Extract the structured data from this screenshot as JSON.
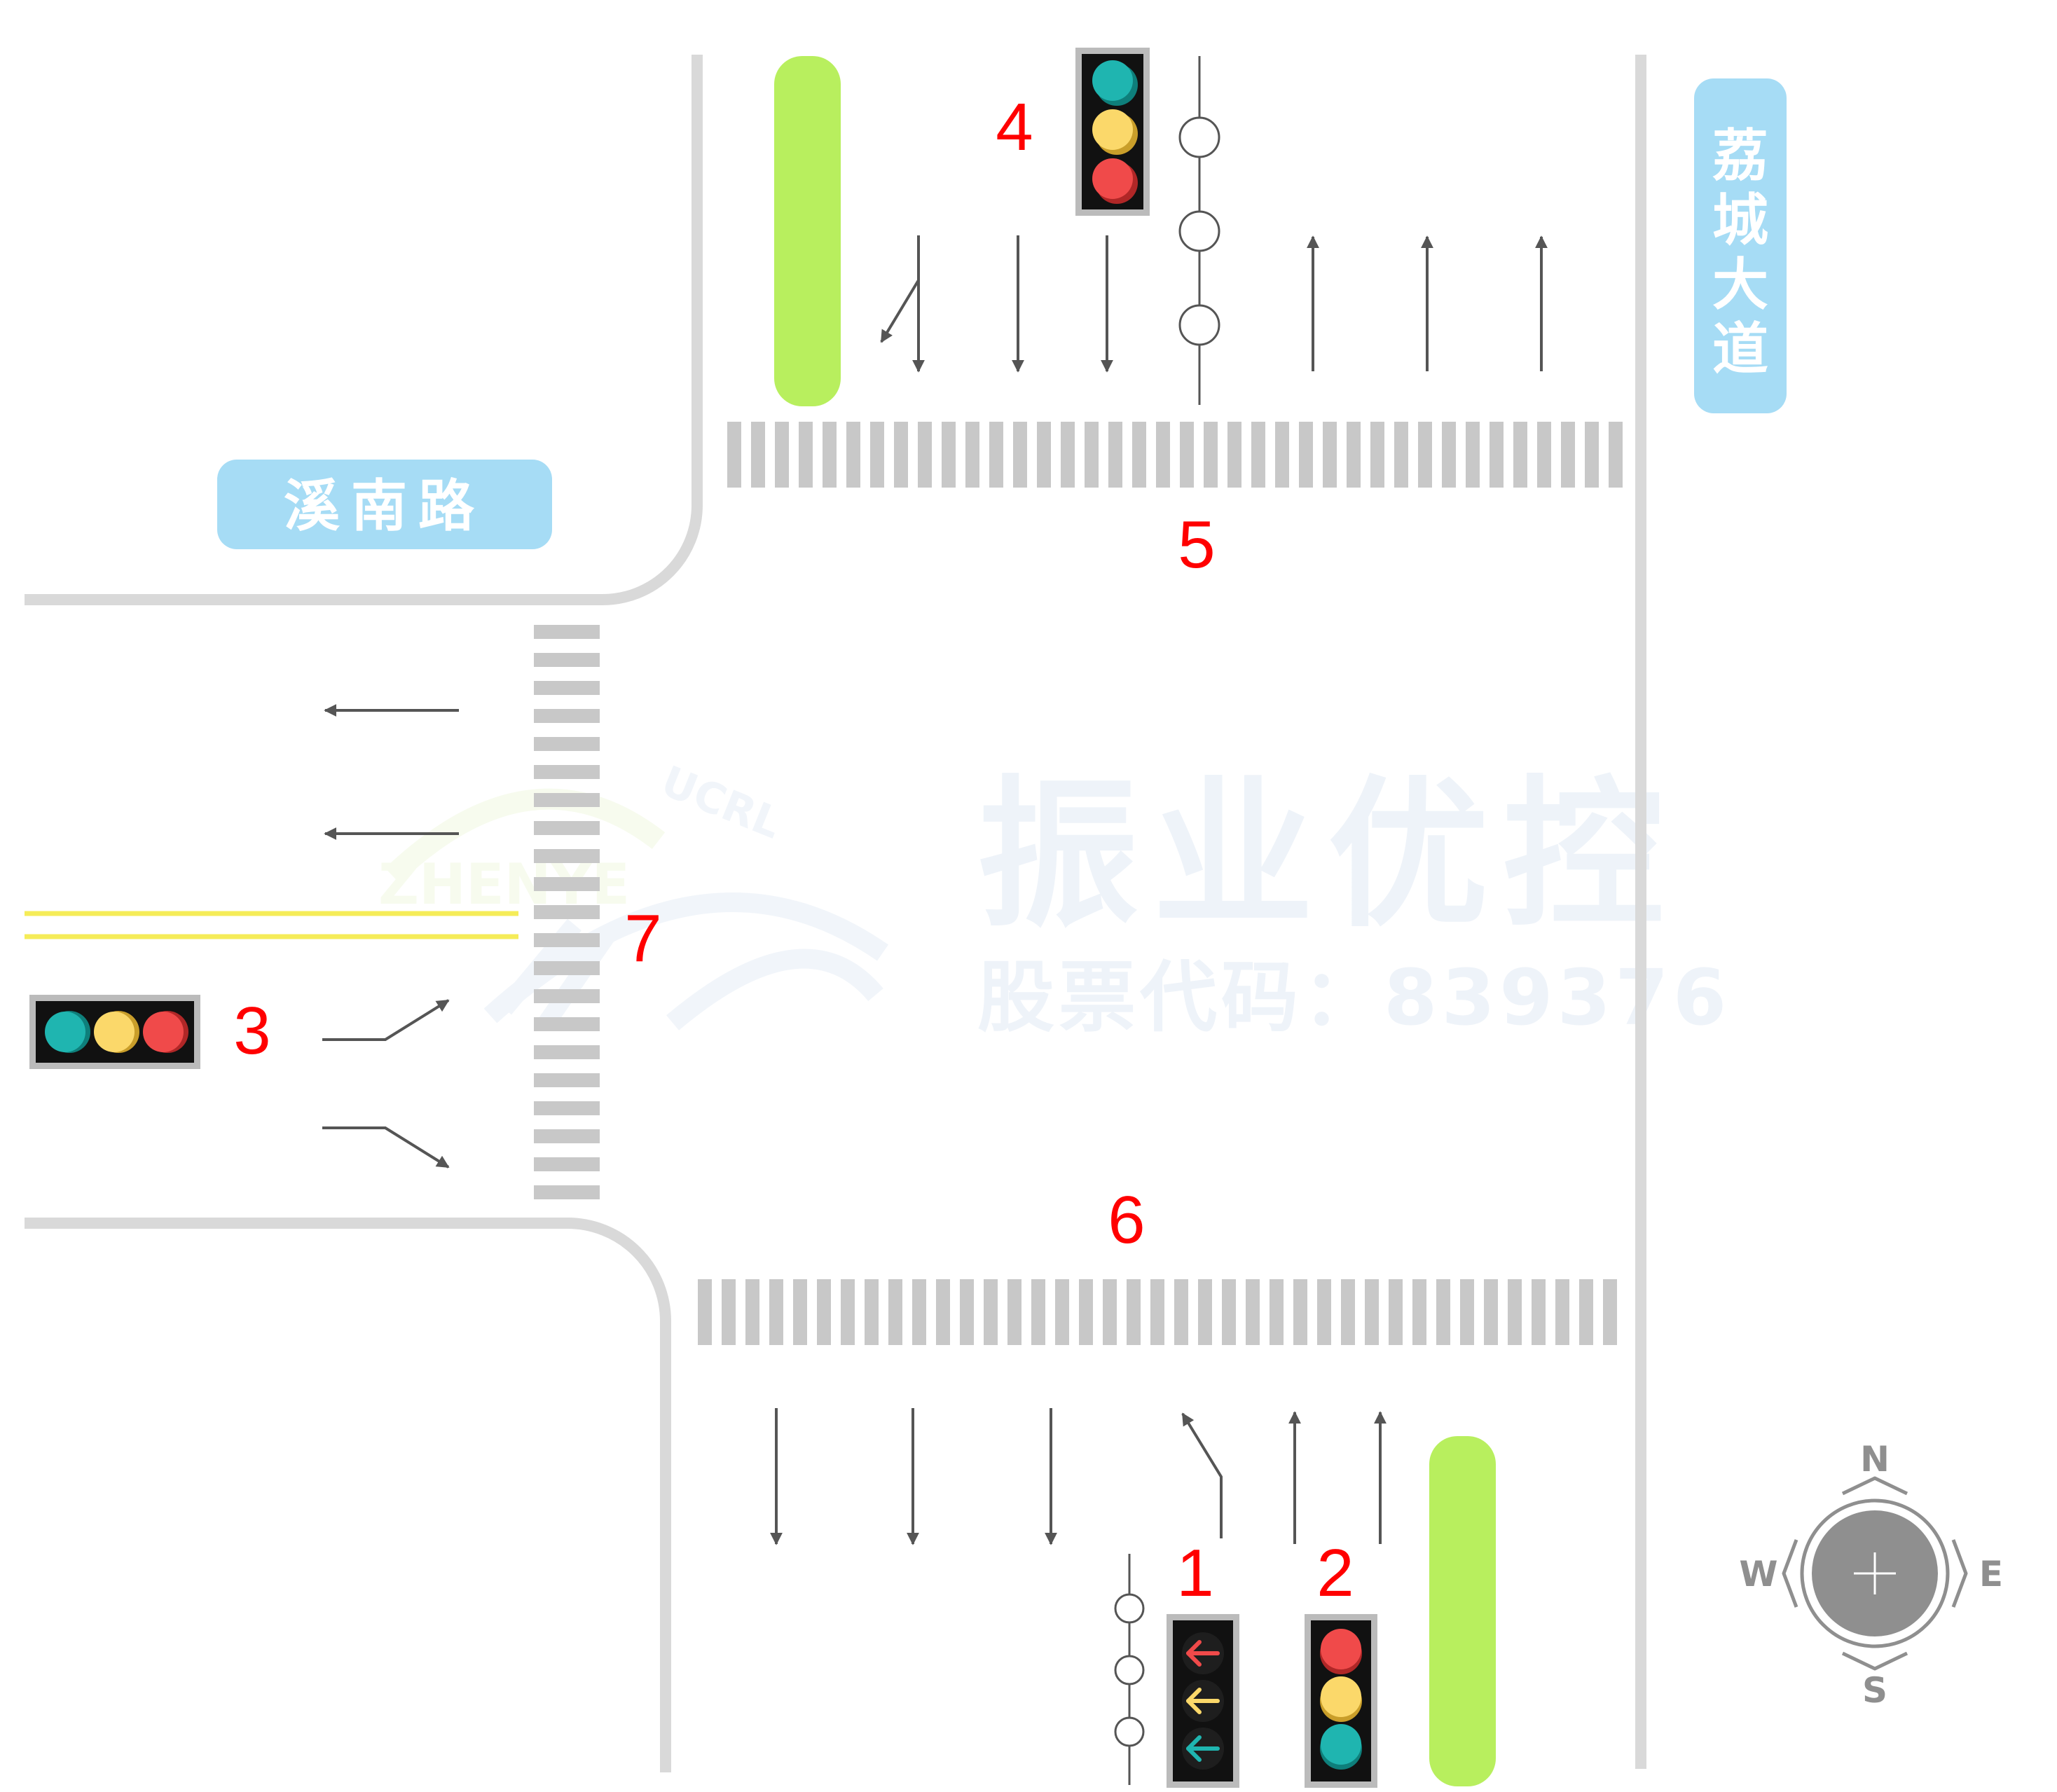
{
  "roads": {
    "north_south": "荔城大道",
    "west": "溪南路"
  },
  "labels": {
    "signal_1": "1",
    "signal_2": "2",
    "signal_3": "3",
    "signal_4": "4",
    "crosswalk_north": "5",
    "crosswalk_south": "6",
    "crosswalk_west": "7"
  },
  "watermark": {
    "company": "振业优控",
    "stock": "股票代码：839376",
    "logo_text_1": "ZHENYE",
    "logo_text_2": "UCRL"
  },
  "compass": {
    "n": "N",
    "s": "S",
    "e": "E",
    "w": "W"
  },
  "colors": {
    "red": "#ff0000",
    "road_line": "#d9d9d9",
    "zebra": "#c8c8c8",
    "median": "#b8ef5e",
    "label_bg": "#a6dcf5",
    "yellow_line": "#f5ec58",
    "signal_red": "#f04a4a",
    "signal_yellow": "#fbd86a",
    "signal_green": "#1fb5b0",
    "arrow": "#555555",
    "compass": "#8f8f8f"
  }
}
